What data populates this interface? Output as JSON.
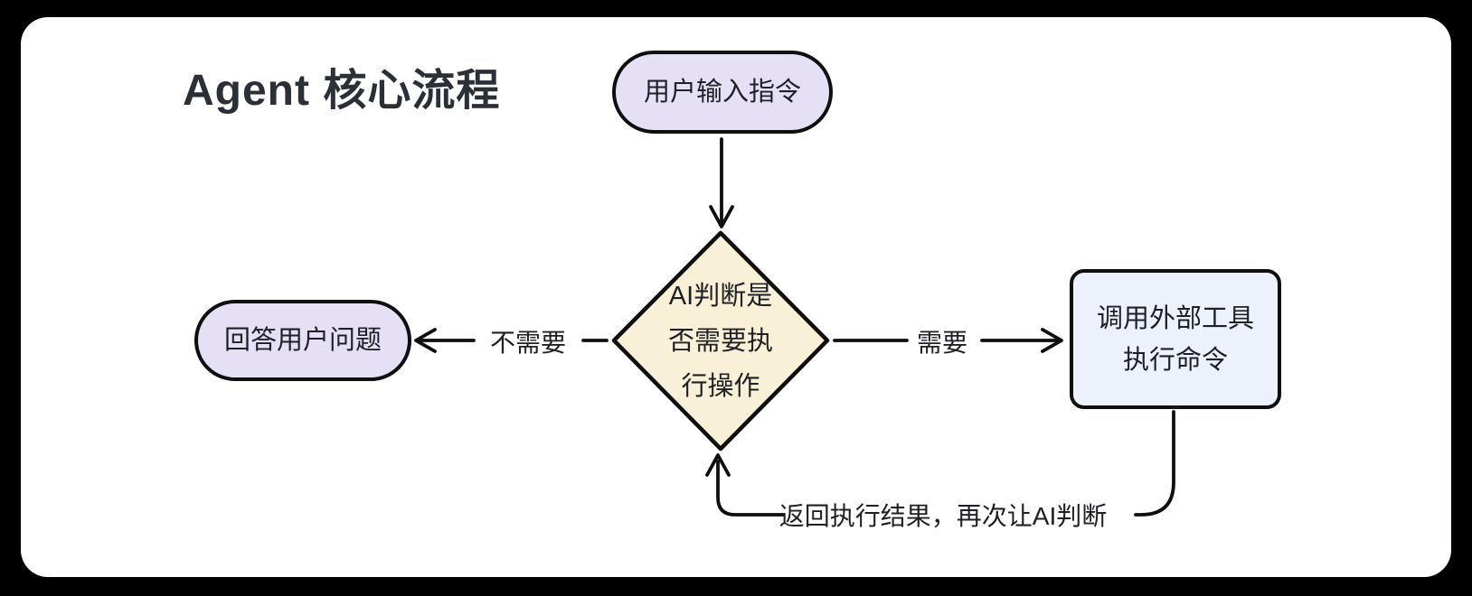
{
  "title": "Agent 核心流程",
  "colors": {
    "page_background": "#000000",
    "canvas_background": "#ffffff",
    "stroke": "#0f0f10",
    "text": "#1e2025",
    "title_text": "#2b2f38",
    "node_purple": "#e6e0f6",
    "node_yellow": "#f9f1d7",
    "node_blue": "#edf1fb"
  },
  "nodes": {
    "start": {
      "shape": "pill",
      "label": "用户输入指令"
    },
    "decision": {
      "shape": "diamond",
      "label": "AI判断是\n否需要执\n行操作"
    },
    "answer": {
      "shape": "pill",
      "label": "回答用户问题"
    },
    "tool": {
      "shape": "rectangle",
      "label": "调用外部工具\n执行命令"
    }
  },
  "edges": {
    "start_to_decision": {
      "label": ""
    },
    "decision_to_answer": {
      "label": "不需要"
    },
    "decision_to_tool": {
      "label": "需要"
    },
    "tool_to_decision": {
      "label": "返回执行结果，再次让AI判断"
    }
  }
}
